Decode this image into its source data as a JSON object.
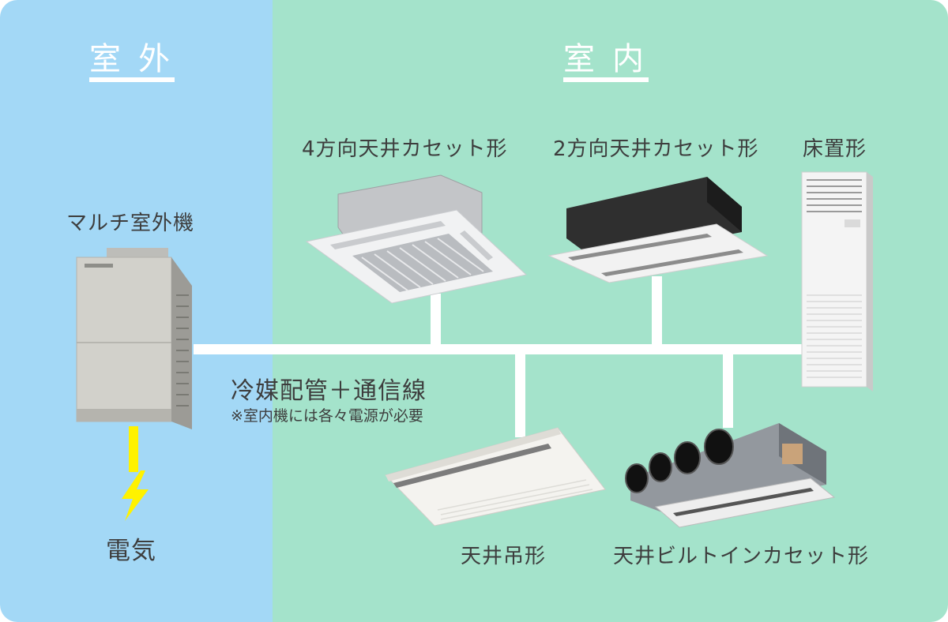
{
  "sections": {
    "outdoor_title": "室外",
    "indoor_title": "室内"
  },
  "units": {
    "outdoor": "マルチ室外機",
    "cassette_4way": "4方向天井カセット形",
    "cassette_2way": "2方向天井カセット形",
    "floor": "床置形",
    "ceiling_suspended": "天井吊形",
    "ceiling_builtin": "天井ビルトインカセット形"
  },
  "connection": {
    "main": "冷媒配管＋通信線",
    "note": "※室内機には各々電源が必要"
  },
  "power": {
    "label": "電気"
  },
  "colors": {
    "outdoor_bg": "#a3d8f6",
    "indoor_bg": "#a4e3cb",
    "pipe": "#ffffff",
    "power_line": "#fff200"
  }
}
